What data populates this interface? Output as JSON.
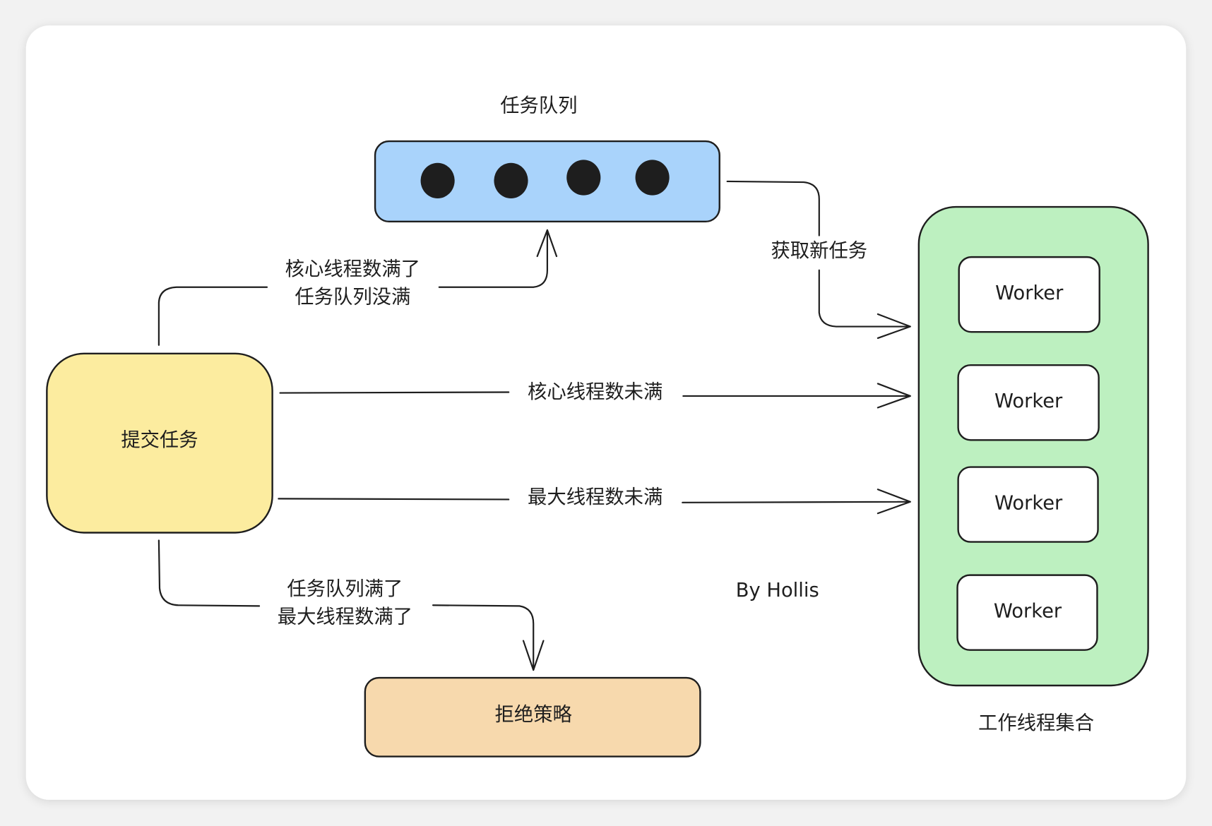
{
  "diagram": {
    "queue": {
      "label": "任务队列",
      "color": "#a9d3fb",
      "item_count": 4
    },
    "submit": {
      "label": "提交任务",
      "color": "#fcec9f"
    },
    "reject": {
      "label": "拒绝策略",
      "color": "#f7d9ad"
    },
    "workers": {
      "label": "工作线程集合",
      "color": "#bdf0c0",
      "items": [
        "Worker",
        "Worker",
        "Worker",
        "Worker"
      ]
    },
    "edges": {
      "fetch": "获取新任务",
      "to_queue": [
        "核心线程数满了",
        "任务队列没满"
      ],
      "core_not_full": "核心线程数未满",
      "max_not_full": "最大线程数未满",
      "to_reject": [
        "任务队列满了",
        "最大线程数满了"
      ]
    },
    "author": "By Hollis"
  }
}
